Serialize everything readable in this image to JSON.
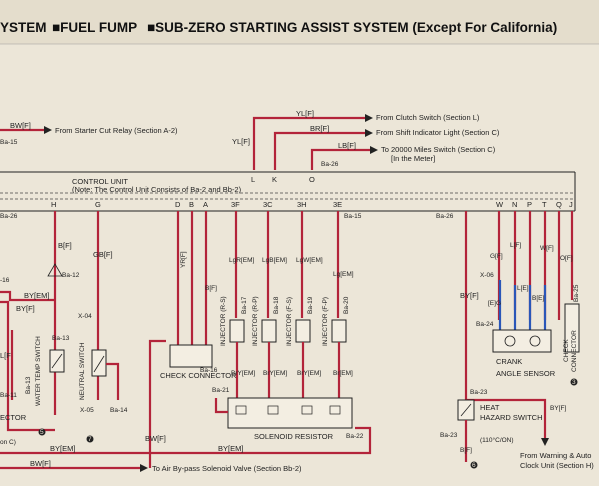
{
  "header": {
    "title_1": "YSTEM",
    "title_2": "■FUEL FUMP",
    "title_3": "■SUB-ZERO STARTING ASSIST SYSTEM (Except For California)"
  },
  "top_wires": {
    "bw_label": "BW[F]",
    "bw_dest": "From Starter Cut Relay (Section A-2)",
    "ba15": "Ba-15",
    "yl_label": "YL[F]",
    "yl_dest": "From Clutch Switch (Section L)",
    "br_label": "BR[F]",
    "br_dest": "From Shift Indicator Light (Section C)",
    "lb_label": "LB[F]",
    "lb_dest_1": "To 20000 Miles Switch (Section C)",
    "lb_dest_2": "[In the Meter]",
    "yl_left": "YL[F]",
    "ba26_top": "Ba-26"
  },
  "control_unit": {
    "title": "CONTROL UNIT",
    "note": "(Note: The Control Unit Consists of Ba-2 and Bb-2)",
    "pins_top": [
      "L",
      "K",
      "O"
    ],
    "pins_left": [
      "H",
      "G",
      "D",
      "B",
      "A",
      "3F",
      "3C",
      "3H",
      "3E"
    ],
    "pins_right": [
      "W",
      "N",
      "P",
      "T",
      "Q",
      "J"
    ],
    "ba26_left": "Ba-26",
    "ba15_mid": "Ba-15",
    "ba26_right": "Ba-26"
  },
  "left_section": {
    "br_f": "B[F]",
    "gb_f": "GB[F]",
    "ba12": "Ba-12",
    "by_em_1": "BY[EM]",
    "by_f_1": "BY[F]",
    "x04": "X-04",
    "ba13_a": "Ba-13",
    "ba13_b": "Ba-13",
    "x05": "X-05",
    "ba14": "Ba-14",
    "water_temp": "WATER TEMP SWITCH",
    "neutral": "NEUTRAL SWITCH",
    "n16": "-16",
    "lf": "L[F]",
    "ba11": "Ba-11",
    "ector": "ECTOR",
    "on_c": "on C)",
    "by_em_2": "BY[EM]",
    "bw_f_bottom": "BW[F]",
    "bw_f_mid": "BW[F]",
    "bypass": "To Air By-pass Solenoid Valve (Section Bb-2)",
    "ground_5": "5",
    "ground_7": "7"
  },
  "middle_section": {
    "yr_f": "YR[F]",
    "b_f": "B[F]",
    "lgr": "LgR[EM]",
    "lgb": "LgB[EM]",
    "lgw": "LgW[EM]",
    "lg": "Lg[EM]",
    "ba17": "Ba-17",
    "ba18": "Ba-18",
    "ba19": "Ba-19",
    "ba20": "Ba-20",
    "inj_rs": "INJECTOR (R-S)",
    "inj_rp": "INJECTOR (R-P)",
    "inj_fs": "INJECTOR (F-S)",
    "inj_fp": "INJECTOR (F-P)",
    "bry_1": "BrY[EM]",
    "bry_2": "BrY[EM]",
    "bry_3": "BrY[EM]",
    "br_em": "Br[EM]",
    "check_connector": "CHECK CONNECTOR",
    "ba16": "Ba-16",
    "ba21": "Ba-21",
    "ba22": "Ba-22",
    "solenoid": "SOLENOID RESISTOR",
    "by_em_mid": "BY[EM]"
  },
  "right_section": {
    "gf": "G[F]",
    "lf": "L[F]",
    "wf": "W[F]",
    "of": "O[F]",
    "x06": "X-06",
    "eg": "[E]G",
    "e_l": "L[E]",
    "e_b": "B[E]",
    "ba24": "Ba-24",
    "ba25": "Ba-25",
    "by_f_r": "BY[F]",
    "crank": "CRANK",
    "angle": "ANGLE SENSOR",
    "check": "CHECK",
    "connector": "CONNECTOR",
    "ba23_a": "Ba-23",
    "ba23_b": "Ba-23",
    "heat": "HEAT",
    "hazard": "HAZARD SWITCH",
    "temp": "(110°C/ON)",
    "bf": "B[F]",
    "by_f_low": "BY[F]",
    "warning_1": "From Warning & Auto",
    "warning_2": "Clock Unit (Section H)",
    "ground_3": "3",
    "ground_6": "6"
  }
}
